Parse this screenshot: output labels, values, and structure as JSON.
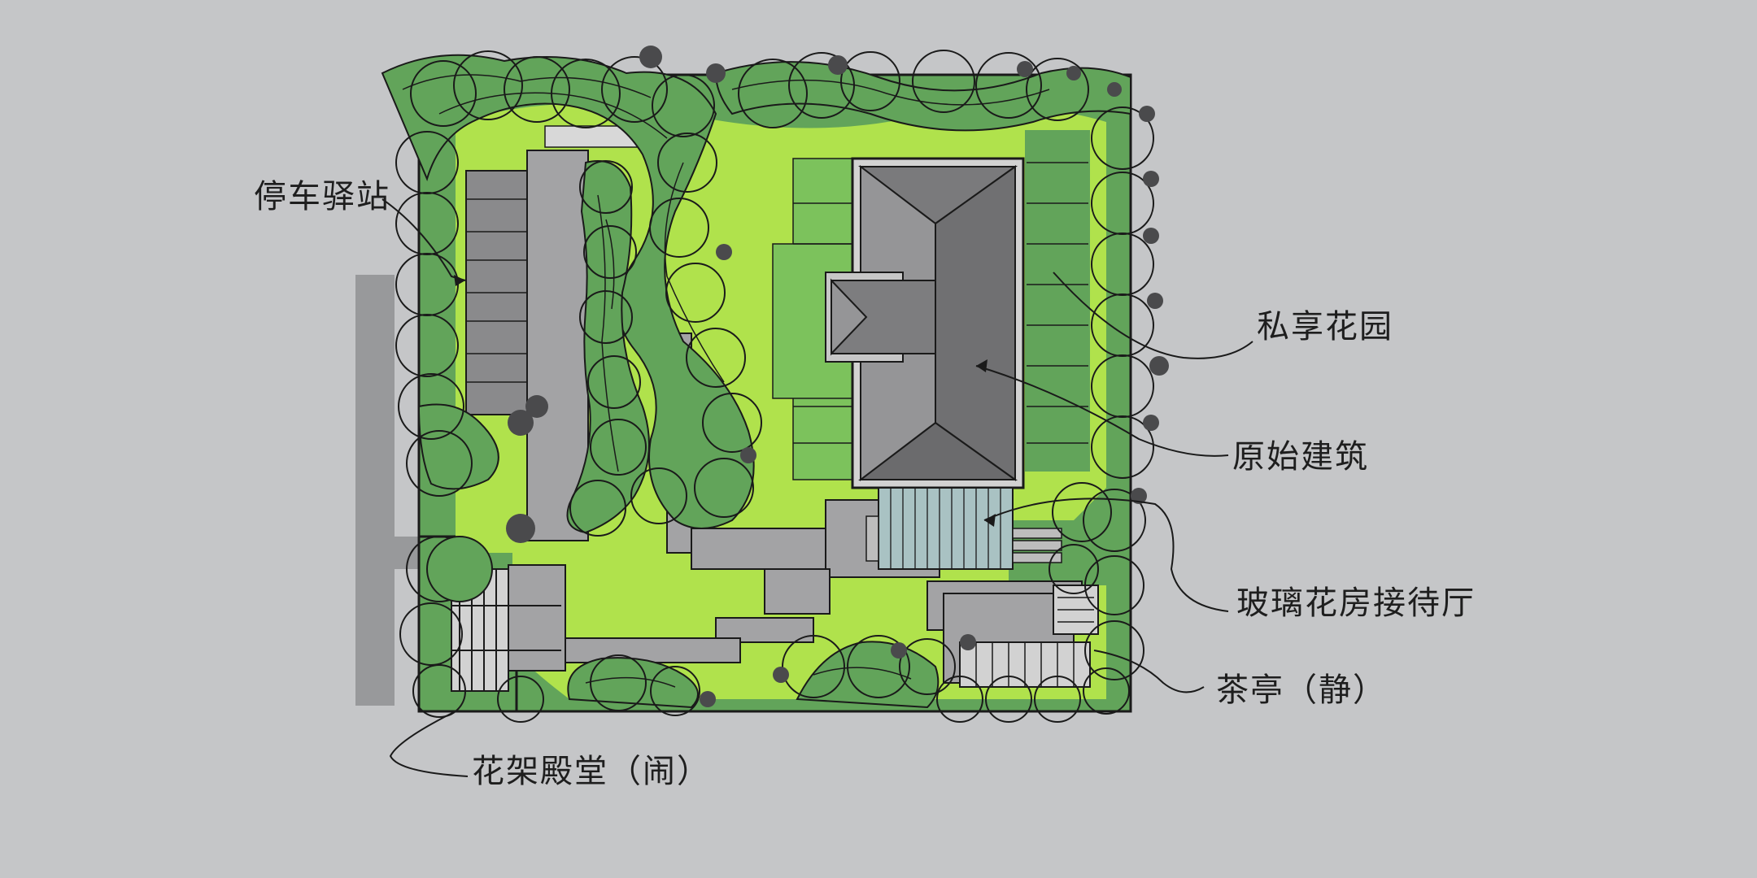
{
  "labels": {
    "parking_station": "停车驿站",
    "private_garden": "私享花园",
    "original_building": "原始建筑",
    "glass_reception": "玻璃花房接待厅",
    "tea_pavilion": "茶亭（静）",
    "trellis_hall": "花架殿堂（闹）"
  },
  "colors": {
    "background": "#c5c6c8",
    "dark_green": "#62a45a",
    "mid_green": "#7cc25c",
    "lime": "#b0e24c",
    "paving": "#a3a3a5",
    "road": "#8a8a8c",
    "roof_light": "#8c8c8e",
    "roof_dark": "#6b6b6d",
    "glass": "#a9c2c3",
    "outline": "#1a1a1a"
  }
}
